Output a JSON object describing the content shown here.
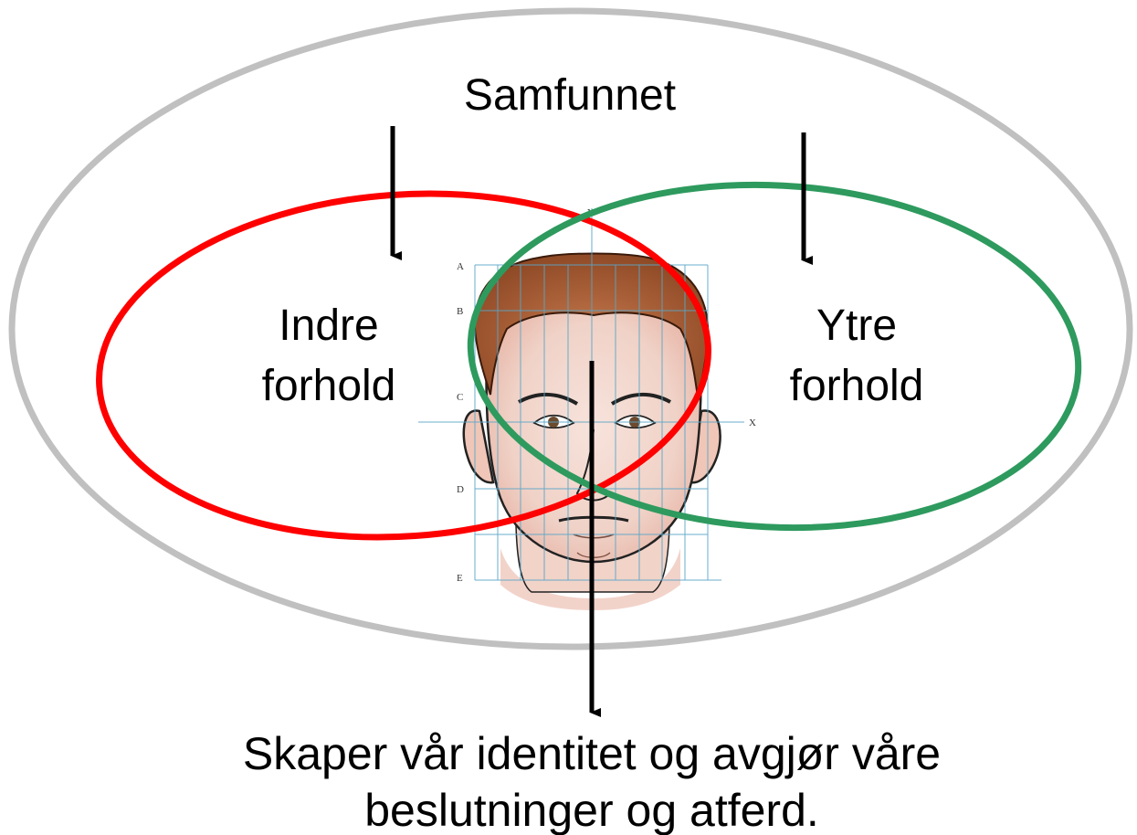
{
  "society": {
    "label": "Samfunnet",
    "ring_color": "#c0c0c0"
  },
  "inner": {
    "line1": "Indre",
    "line2": "forhold",
    "ring_color": "#ff0000"
  },
  "outer": {
    "line1": "Ytre",
    "line2": "forhold",
    "ring_color": "#2e9a5e"
  },
  "conclusion": {
    "line1": "Skaper vår identitet og avgjør våre",
    "line2": "beslutninger og atferd."
  },
  "face_grid": {
    "rows": [
      "A",
      "B",
      "C",
      "D",
      "E"
    ],
    "horizontal_axis": "X",
    "vertical_axis": "Y"
  },
  "arrow_color": "#000000"
}
